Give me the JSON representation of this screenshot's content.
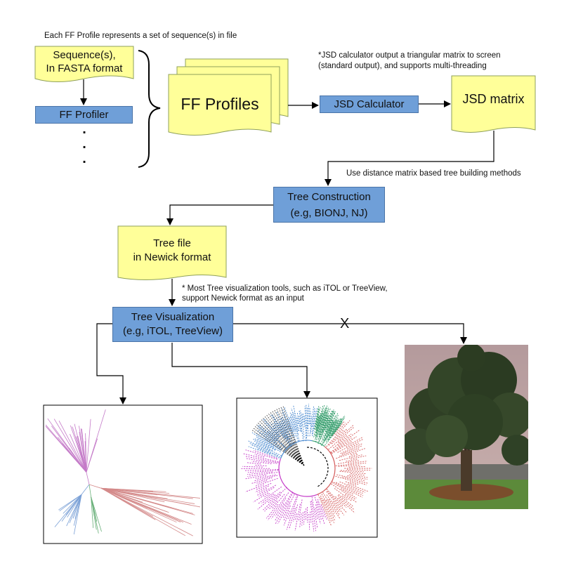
{
  "annotations": {
    "profile_note": "Each FF Profile represents a set of sequence(s) in file",
    "jsd_note_line1": "*JSD calculator output a triangular matrix to screen",
    "jsd_note_line2": "(standard output), and supports multi-threading",
    "tree_method_note": "Use distance matrix based tree building methods",
    "viz_note_line1": "* Most Tree visualization tools, such as iTOL or TreeView,",
    "viz_note_line2": "support Newick format as an input"
  },
  "nodes": {
    "sequences": {
      "line1": "Sequence(s),",
      "line2": "In FASTA format"
    },
    "ff_profiler": {
      "label": "FF Profiler"
    },
    "ellipsis": ".\n.\n.",
    "ff_profiles": {
      "label": "FF Profiles"
    },
    "jsd_calculator": {
      "label": "JSD Calculator"
    },
    "jsd_matrix": {
      "label": "JSD matrix"
    },
    "tree_construction": {
      "line1": "Tree Construction",
      "line2": "(e.g, BIONJ, NJ)"
    },
    "tree_file": {
      "line1": "Tree file",
      "line2": "in Newick format"
    },
    "tree_visualization": {
      "line1": "Tree Visualization",
      "line2": "(e.g, iTOL, TreeView)"
    },
    "cross_mark": "X"
  },
  "colors": {
    "document_fill": "#ffff99",
    "document_border": "#8fa05a",
    "process_fill": "#6f9fd8",
    "process_border": "#4a74a8",
    "connector": "#000000"
  },
  "icons": [
    "down-arrow-icon",
    "right-arrow-icon",
    "curly-brace-icon",
    "unrooted-tree-image",
    "circular-tree-image",
    "tree-photo-image"
  ]
}
